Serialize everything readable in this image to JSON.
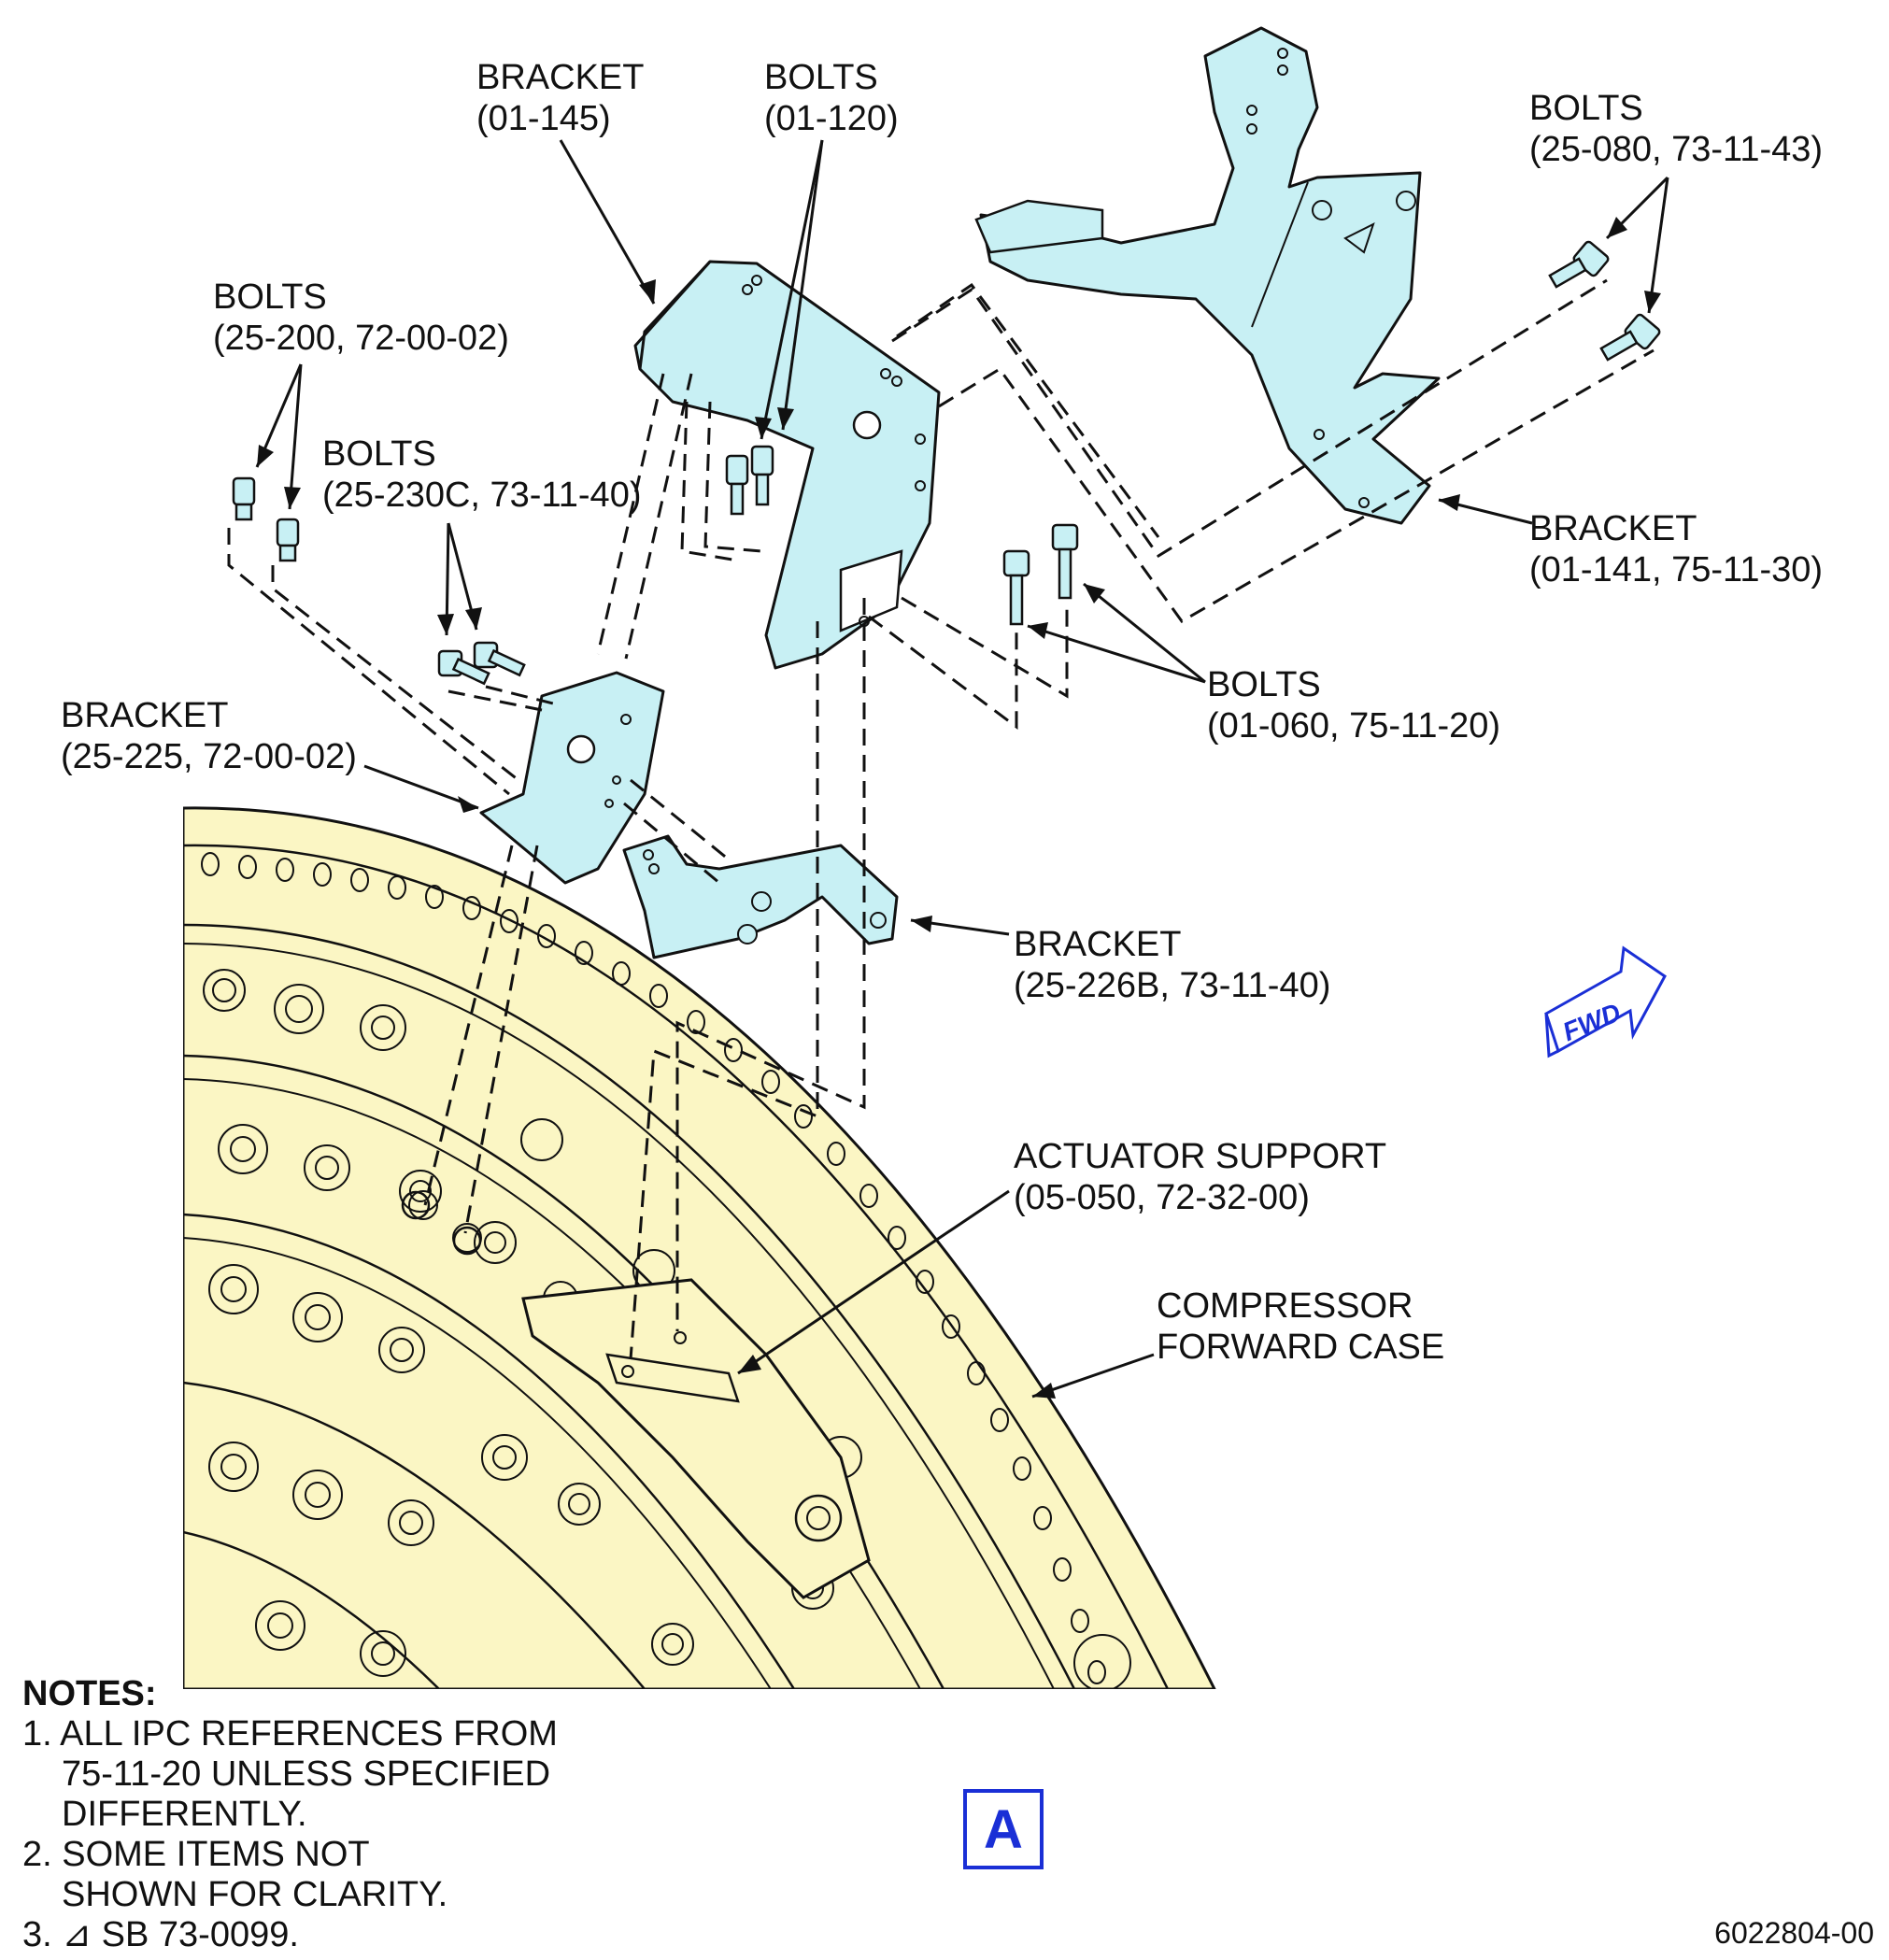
{
  "callouts": {
    "bracket_01_145": {
      "line1": "BRACKET",
      "line2": "(01-145)"
    },
    "bolts_01_120": {
      "line1": "BOLTS",
      "line2": "(01-120)"
    },
    "bolts_25_080": {
      "line1": "BOLTS",
      "line2": "(25-080, 73-11-43)"
    },
    "bolts_25_200": {
      "line1": "BOLTS",
      "line2": "(25-200, 72-00-02)"
    },
    "bolts_25_230c": {
      "line1": "BOLTS",
      "line2": "(25-230C, 73-11-40)"
    },
    "bracket_01_141": {
      "line1": "BRACKET",
      "line2": "(01-141, 75-11-30)"
    },
    "bolts_01_060": {
      "line1": "BOLTS",
      "line2": "(01-060, 75-11-20)"
    },
    "bracket_25_225": {
      "line1": "BRACKET",
      "line2": "(25-225, 72-00-02)"
    },
    "bracket_25_226b": {
      "line1": "BRACKET",
      "line2": "(25-226B, 73-11-40)"
    },
    "actuator_support": {
      "line1": "ACTUATOR SUPPORT",
      "line2": "(05-050, 72-32-00)"
    },
    "compressor_case": {
      "line1": "COMPRESSOR",
      "line2": "FORWARD CASE"
    }
  },
  "fwd_label": "FWD",
  "notes": {
    "title": "NOTES:",
    "n1_line1": "1. ALL IPC REFERENCES FROM",
    "n1_line2": "75-11-20 UNLESS SPECIFIED",
    "n1_line3": "DIFFERENTLY.",
    "n2_line1": "2. SOME ITEMS NOT",
    "n2_line2": "SHOWN FOR CLARITY.",
    "n3_line1": "3. ⊿ SB 73-0099."
  },
  "view_label": "A",
  "figure_number": "6022804-00",
  "colors": {
    "bracket_fill": "#c8f0f4",
    "case_fill": "#fbf6c4",
    "line": "#111111",
    "fwd_blue": "#1a2fd6",
    "view_box_blue": "#1a2fd6"
  }
}
